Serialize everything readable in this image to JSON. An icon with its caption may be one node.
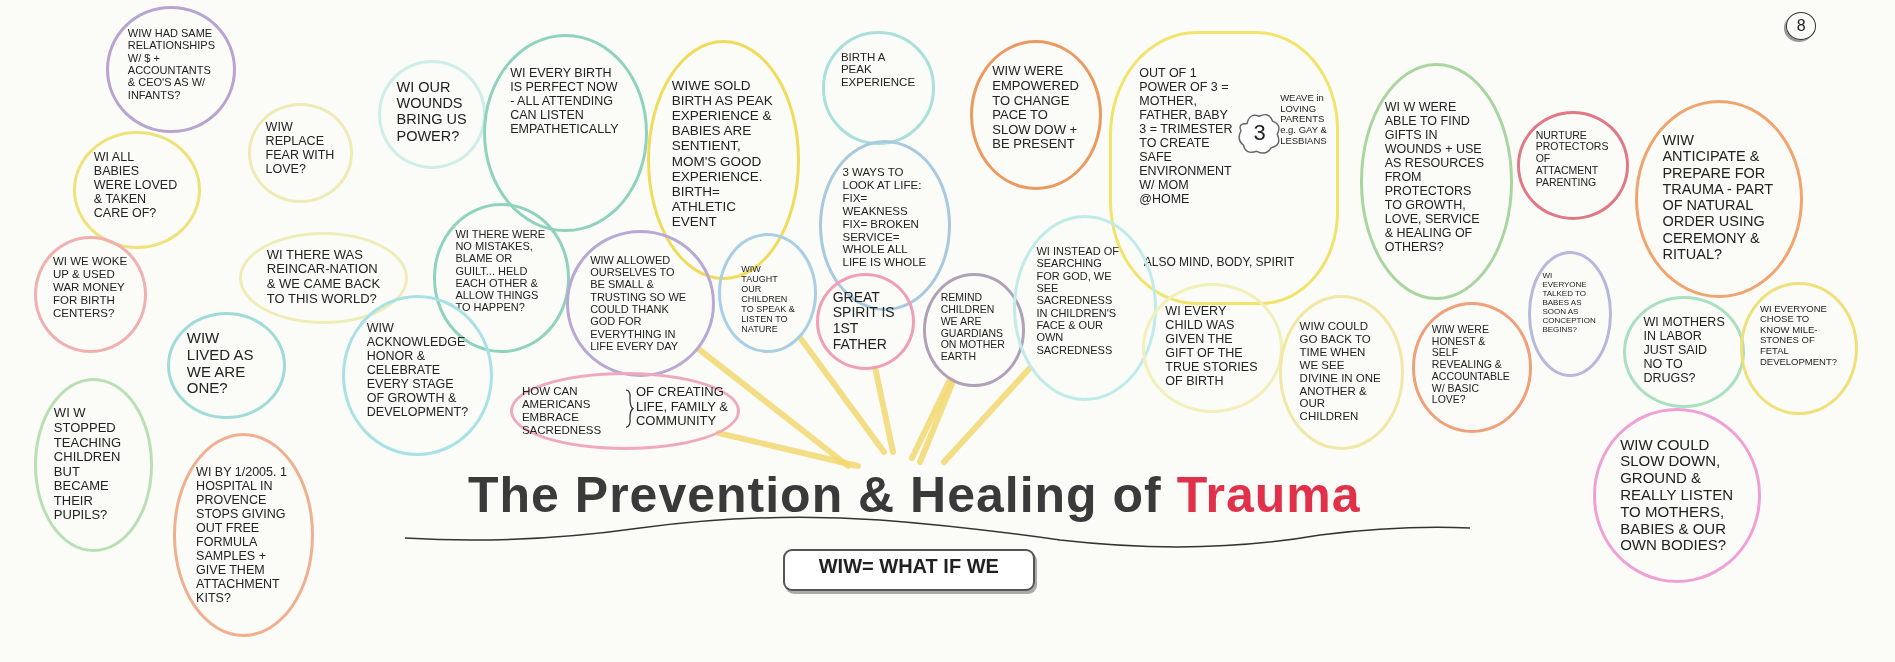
{
  "diagram": {
    "title": "The Prevention & Healing of Trauma",
    "nodes": [
      {
        "text": [
          "WIW HAD SAME RELATIONSHIPS W/ $ + ACCOUNTANTS & CEO'S AS W/ INFANTS?"
        ]
      },
      {
        "text": [
          "WIW REPLACE FEAR WITH LOVE?"
        ]
      },
      {
        "text": [
          "WI ALL BABIES WERE LOVED & TAKEN CARE OF?"
        ]
      },
      {
        "text": [
          "WI OUR WOUNDS BRING US POWER?"
        ]
      },
      {
        "text": [
          "WI EVERY BIRTH IS PERFECT NOW - ALL ATTENDING CAN LISTEN EMPATHETICALLY"
        ]
      },
      {
        "text": [
          "WIWE SOLD BIRTH AS PEAK EXPERIENCE & BABIES ARE SENTIENT, MOM'S GOOD EXPERIENCE. BIRTH= ATHLETIC EVENT"
        ]
      },
      {
        "text": [
          "BIRTH A PEAK EXPERIENCE"
        ]
      },
      {
        "text": [
          "3 WAYS TO LOOK AT LIFE: FIX= WEAKNESS FIX= BROKEN SERVICE= WHOLE ALL LIFE IS WHOLE"
        ]
      },
      {
        "text": [
          "WIW WERE EMPOWERED TO CHANGE PACE TO SLOW DOW + BE PRESENT"
        ]
      },
      {
        "text": [
          "OUT OF 1 POWER OF 3 = MOTHER, FATHER, BABY 3 = TRIMESTER TO CREATE SAFE ENVIRONMENT W/ MOM @HOME",
          "WEAVE in LOVING PARENTS e.g. GAY & LESBIANS",
          "ALSO MIND, BODY, SPIRIT"
        ]
      },
      {
        "text": [
          "3"
        ],
        "in": 9
      },
      {
        "text": [
          "WI W WERE ABLE TO FIND GIFTS IN WOUNDS + USE AS RESOURCES FROM PROTECTORS TO GROWTH, LOVE, SERVICE & HEALING OF OTHERS?"
        ]
      },
      {
        "text": [
          "NURTURE PROTECTORS OF ATTACMENT PARENTING"
        ]
      },
      {
        "text": [
          "WIW ANTICIPATE & PREPARE FOR TRAUMA - PART OF NATURAL ORDER USING CEREMONY & RITUAL?"
        ]
      },
      {
        "text": [
          "8"
        ]
      },
      {
        "text": [
          "WI THERE WAS REINCAR-NATION & WE CAME BACK TO THIS WORLD?"
        ]
      },
      {
        "text": [
          "WI WE WOKE UP & USED WAR MONEY FOR BIRTH CENTERS?"
        ]
      },
      {
        "text": [
          "WI THERE WERE NO MISTAKES, BLAME OR GUILT... HELD EACH OTHER & ALLOW THINGS TO HAPPEN?"
        ]
      },
      {
        "text": [
          "WIW ALLOWED OURSELVES TO BE SMALL & TRUSTING SO WE COULD THANK GOD FOR EVERYTHING IN LIFE EVERY DAY"
        ]
      },
      {
        "text": [
          "WIW TAUGHT OUR CHILDREN TO SPEAK & LISTEN TO NATURE"
        ]
      },
      {
        "text": [
          "GREAT SPIRIT IS 1ST FATHER"
        ]
      },
      {
        "text": [
          "REMIND CHILDREN WE ARE GUARDIANS ON MOTHER EARTH"
        ]
      },
      {
        "text": [
          "WI INSTEAD OF SEARCHING FOR GOD, WE SEE SACREDNESS IN CHILDREN'S FACE & OUR OWN SACREDNESS"
        ]
      },
      {
        "text": [
          "WI EVERY CHILD WAS GIVEN THE GIFT OF THE TRUE STORIES OF BIRTH"
        ]
      },
      {
        "text": [
          "WIW COULD GO BACK TO TIME WHEN WE SEE DIVINE IN ONE ANOTHER & OUR CHILDREN"
        ]
      },
      {
        "text": [
          "WIW WERE HONEST & SELF REVEALING & ACCOUNTABLE W/ BASIC LOVE?"
        ]
      },
      {
        "text": [
          "WI EVERYONE TALKED TO BABES AS SOON AS CONCEPTION BEGINS?"
        ]
      },
      {
        "text": [
          "WI MOTHERS IN LABOR JUST SAID NO TO DRUGS?"
        ]
      },
      {
        "text": [
          "WI EVERYONE CHOSE TO KNOW MILE-STONES OF FETAL DEVELOPMENT?"
        ]
      },
      {
        "text": [
          "WIW COULD SLOW DOWN, GROUND & REALLY LISTEN TO MOTHERS, BABIES & OUR OWN BODIES?"
        ]
      },
      {
        "text": [
          "WIW LIVED AS WE ARE ONE?"
        ]
      },
      {
        "text": [
          "WI W STOPPED TEACHING CHILDREN BUT BECAME THEIR PUPILS?"
        ]
      },
      {
        "text": [
          "WI BY 1/2005. 1 HOSPITAL IN PROVENCE STOPS GIVING OUT FREE FORMULA SAMPLES + GIVE THEM ATTACHMENT KITS?"
        ]
      },
      {
        "text": [
          "WIW ACKNOWLEDGE HONOR & CELEBRATE EVERY STAGE OF GROWTH & DEVELOPMENT?"
        ]
      },
      {
        "text": [
          "HOW CAN AMERICANS EMBRACE SACREDNESS",
          "OF CREATING LIFE, FAMILY & COMMUNITY"
        ]
      },
      {
        "text": [
          "WIW= WHAT IF WE"
        ]
      }
    ],
    "edges": [
      {
        "from": 34,
        "to": null,
        "arrow": "none"
      },
      {
        "from": 18,
        "to": null,
        "arrow": "none"
      },
      {
        "from": 19,
        "to": null,
        "arrow": "none"
      },
      {
        "from": 20,
        "to": null,
        "arrow": "none"
      },
      {
        "from": 21,
        "to": null,
        "arrow": "none"
      },
      {
        "from": 21,
        "to": null,
        "arrow": "none"
      },
      {
        "from": 22,
        "to": null,
        "arrow": "none"
      }
    ]
  }
}
